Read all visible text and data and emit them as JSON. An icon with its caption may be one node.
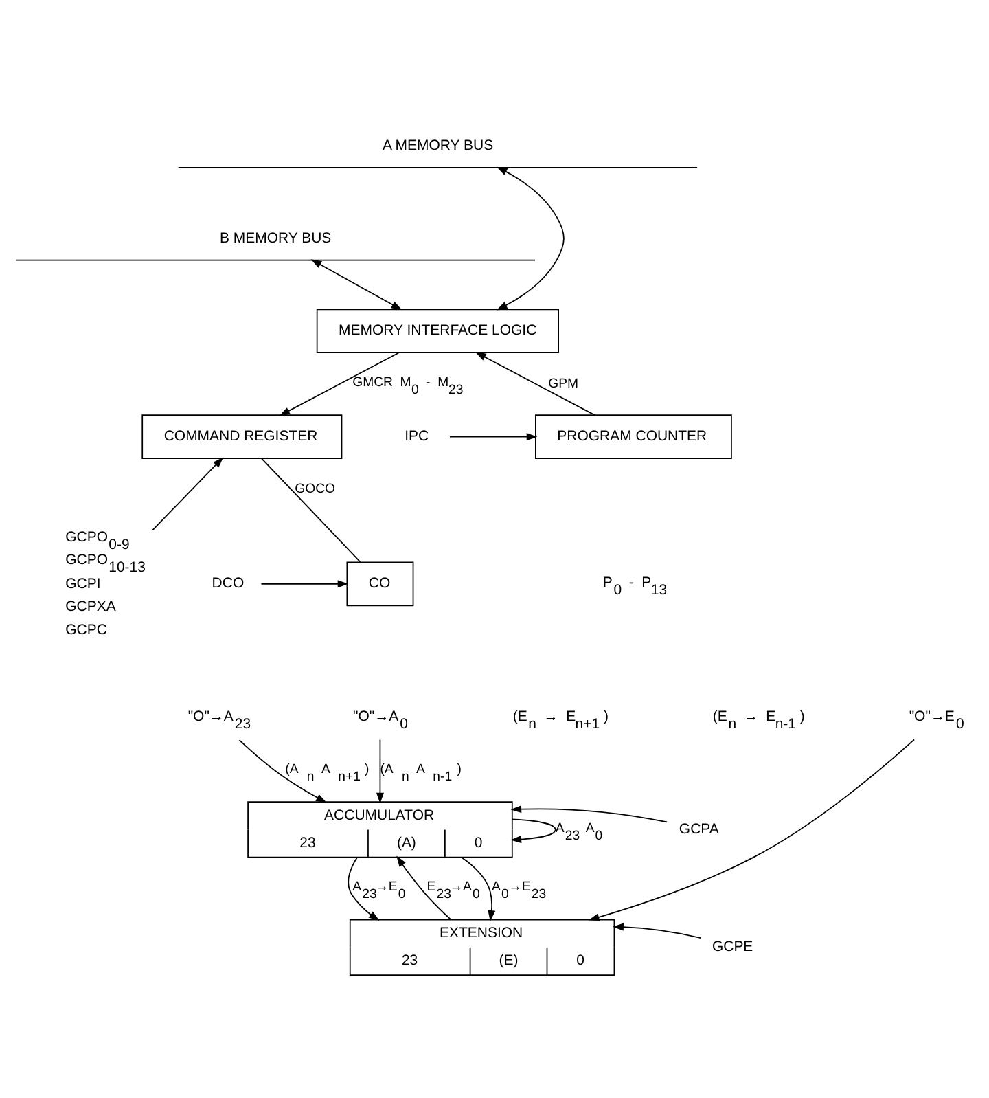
{
  "diagram": {
    "nodes": [
      {
        "text": [
          "A MEMORY BUS"
        ]
      },
      {
        "text": [
          "B MEMORY BUS"
        ]
      },
      {
        "text": [
          "MEMORY INTERFACE LOGIC"
        ]
      },
      {
        "text": [
          "COMMAND REGISTER"
        ]
      },
      {
        "text": [
          "PROGRAM COUNTER"
        ]
      },
      {
        "text": [
          "IPC"
        ]
      },
      {
        "text": [
          "GCPO$_{0-9}$",
          "GCPO$_{10-13}$",
          "GCPI",
          "GCPXA",
          "GCPC"
        ]
      },
      {
        "text": [
          "CO"
        ]
      },
      {
        "text": [
          "DCO"
        ]
      },
      {
        "text": [
          "\"O\"→A$_{23}$"
        ]
      },
      {
        "text": [
          "\"O\"→A$_{0}$"
        ]
      },
      {
        "text": [
          "\"O\"→E$_{0}$"
        ]
      },
      {
        "text": [
          "ACCUMULATOR",
          "23",
          "(A)",
          "0"
        ]
      },
      {
        "text": [
          "GCPA"
        ]
      },
      {
        "text": [
          "EXTENSION",
          "23",
          "(E)",
          "0"
        ]
      },
      {
        "text": [
          "GCPE"
        ]
      }
    ],
    "edges": [
      {
        "from": 1,
        "to": 2,
        "arrow": "both"
      },
      {
        "from": 0,
        "to": 2,
        "arrow": "both"
      },
      {
        "from": 2,
        "to": 3,
        "arrow": "to",
        "label": "GMCR M$_{0}$ - M$_{23}$"
      },
      {
        "from": 4,
        "to": 2,
        "arrow": "to",
        "label": "GPM"
      },
      {
        "from": 5,
        "to": 4,
        "arrow": "to"
      },
      {
        "from": 6,
        "to": 3,
        "arrow": "to"
      },
      {
        "from": 3,
        "to": 7,
        "arrow": "none",
        "label": "GOCO"
      },
      {
        "from": 8,
        "to": 7,
        "arrow": "to"
      },
      {
        "from": 9,
        "to": 12,
        "arrow": "to",
        "label": "(A $_{n}$ A $_{n+1}$ )"
      },
      {
        "from": 10,
        "to": 12,
        "arrow": "to",
        "label": "(A $_{n}$ A $_{n-1}$ )"
      },
      {
        "from": 11,
        "to": 14,
        "arrow": "to"
      },
      {
        "from": 14,
        "to": 12,
        "arrow": "to",
        "label": "E$_{23}$→A$_{0}$"
      },
      {
        "from": 13,
        "to": 12,
        "arrow": "to"
      },
      {
        "from": 12,
        "to": 14,
        "arrow": "to",
        "label": "A$_{0}$→E$_{23}$"
      },
      {
        "from": 15,
        "to": 14,
        "arrow": "to"
      },
      {
        "from": 12,
        "to": 12,
        "arrow": "to",
        "label": "A$_{23}$ A$_{0}$"
      },
      {
        "from": 12,
        "to": 14,
        "arrow": "to",
        "label": "A$_{23}$→E$_{0}$"
      }
    ],
    "labels": [
      "P$_{0}$ - P$_{13}$",
      "(E$_{n}$ → E$_{n+1}$ )",
      "(E$_{n}$ → E$_{n-1}$ )"
    ]
  }
}
